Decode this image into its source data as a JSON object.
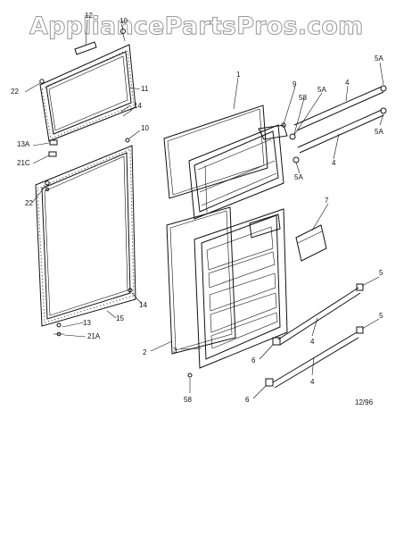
{
  "watermark": "AppliancePartsPros.com",
  "callouts": {
    "c12": "12",
    "c10a": "10",
    "c22a": "22",
    "c11": "11",
    "c14a": "14",
    "c13a": "13A",
    "c21c": "21C",
    "c10b": "10",
    "c22b": "22",
    "c14b": "14",
    "c13": "13",
    "c15": "15",
    "c21a": "21A",
    "c1": "1",
    "c9": "9",
    "c58a": "58",
    "c5a1": "5A",
    "c4a": "4",
    "c5a2": "5A",
    "c5a3": "5A",
    "c4b": "4",
    "c5a4": "5A",
    "c7": "7",
    "c2": "2",
    "c3": "3",
    "c58b": "58",
    "c5a": "5",
    "c5b": "5",
    "c4c": "4",
    "c4d": "4",
    "c6a": "6",
    "c6b": "6",
    "date": "12/96"
  }
}
